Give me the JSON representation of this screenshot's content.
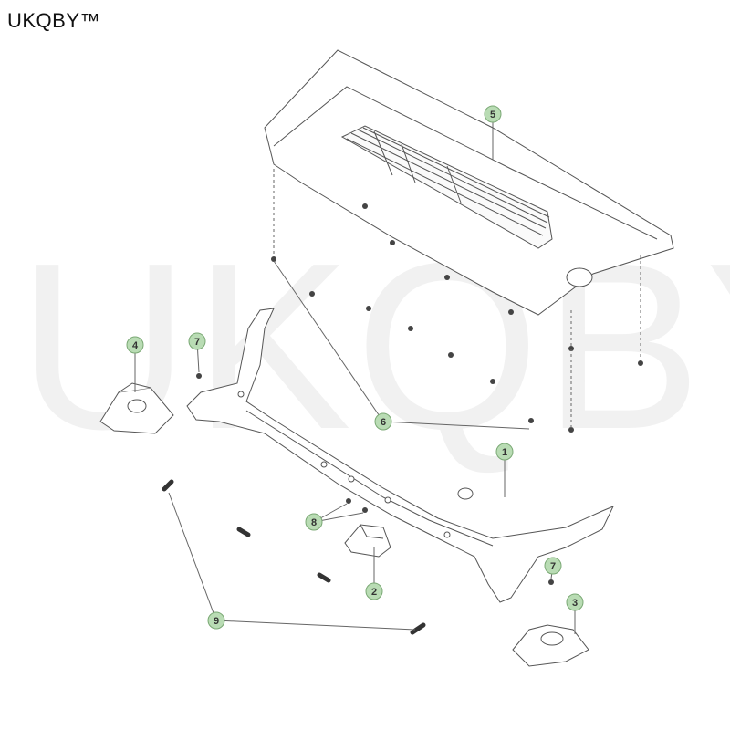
{
  "brand": {
    "logo_text": "UKQBY™",
    "watermark_text": "UKQBY™"
  },
  "diagram": {
    "callouts": [
      {
        "id": "1",
        "part": "cowl-panel"
      },
      {
        "id": "2",
        "part": "center-bracket"
      },
      {
        "id": "3",
        "part": "right-bracket"
      },
      {
        "id": "4",
        "part": "left-bracket"
      },
      {
        "id": "5",
        "part": "cowl-top-cover"
      },
      {
        "id": "6",
        "part": "clips"
      },
      {
        "id": "7",
        "part": "screw"
      },
      {
        "id": "7",
        "part": "screw"
      },
      {
        "id": "8",
        "part": "bolts"
      },
      {
        "id": "9",
        "part": "springs"
      }
    ],
    "callout_color": "#b9dcb4",
    "line_color": "#666666",
    "part_stroke": "#555555"
  }
}
